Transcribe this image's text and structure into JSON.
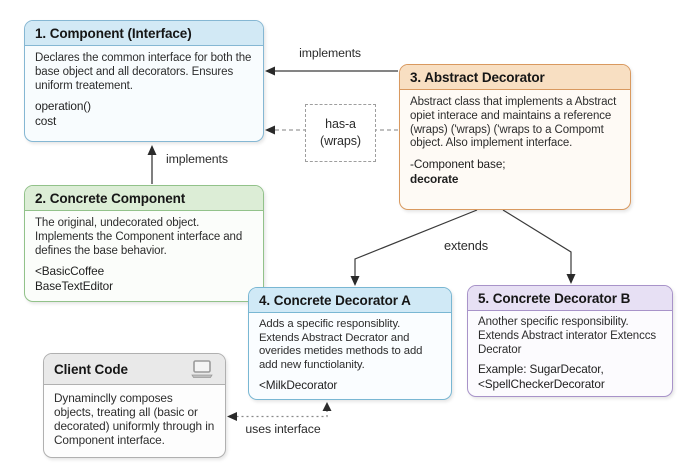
{
  "diagram": {
    "boxes": {
      "component": {
        "title": "1. Component (Interface)",
        "body": "Declares the common interface for both the base object and all decorators. Ensures uniform treatement.",
        "members": [
          "operation()",
          "cost"
        ]
      },
      "concrete_component": {
        "title": "2. Concrete Component",
        "body": "The original, undecorated object. Implements the Component interface and defines the base behavior.",
        "members": [
          "<BasicCoffee",
          "BaseTextEditor"
        ]
      },
      "abstract_decorator": {
        "title": "3. Abstract Decorator",
        "body": "Abstract class that implements a Abstract opiet interace and maintains a reference (wraps) ('wraps) ('wraps to a Compomt object. Also implement interface.",
        "members": [
          "-Component base;",
          "decorate"
        ]
      },
      "concrete_decorator_a": {
        "title": "4. Concrete Decorator A",
        "body": "Adds a specific responsiblity. Extends Abstract Decrator and overides metides methods to add add new functiolanity.",
        "members": [
          "<MilkDecorator"
        ]
      },
      "concrete_decorator_b": {
        "title": "5. Concrete Decorator B",
        "body": "Another specific responsibility. Extends Abstract interator Extenccs Decrator",
        "members": [
          "Example: SugarDecator,",
          "<SpellCheckerDecorator"
        ]
      },
      "client_code": {
        "title": "Client Code",
        "body": "Dynaminclly composes objects, treating all (basic or decorated) uniformly through in Component interface."
      }
    },
    "labels": {
      "implements_top": "implements",
      "implements_left": "implements",
      "has_a_line1": "has-a",
      "has_a_line2": "(wraps)",
      "extends": "extends",
      "uses_interface": "uses interface"
    },
    "colors": {
      "component_border": "#85b7d3",
      "component_header": "#d2e9f5",
      "concrete_component_border": "#92c28a",
      "concrete_component_header": "#dcedd6",
      "abstract_decorator_border": "#d9995f",
      "abstract_decorator_header": "#f8dfc2",
      "concrete_decorator_a_border": "#79b7d3",
      "concrete_decorator_a_header": "#d0e9f6",
      "concrete_decorator_b_border": "#a893c9",
      "concrete_decorator_b_header": "#e7e0f4",
      "client_border": "#b0b0b0",
      "client_header": "#e9e9e9",
      "line": "#3a3a3a"
    }
  }
}
